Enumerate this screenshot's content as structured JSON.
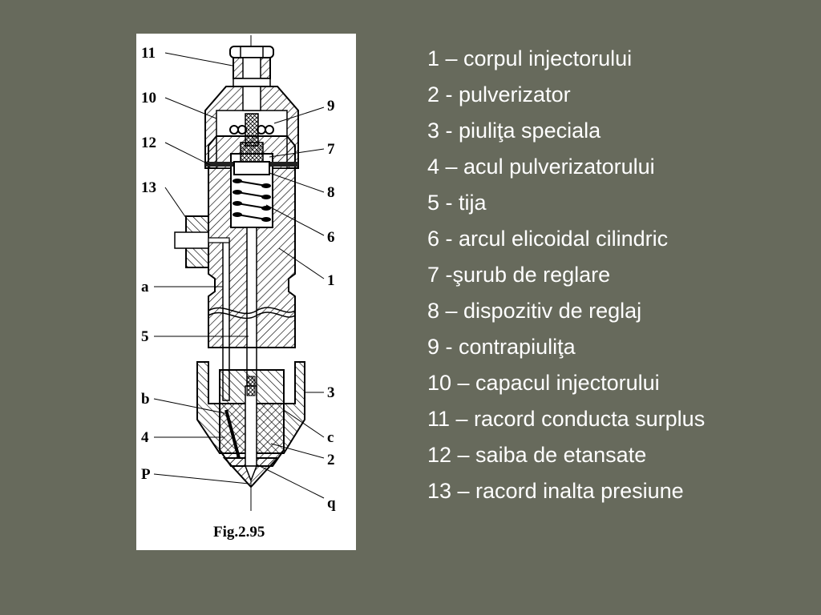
{
  "figure": {
    "caption": "Fig.2.95",
    "callouts": {
      "c11": "11",
      "c10": "10",
      "c12": "12",
      "c13": "13",
      "ca": "a",
      "c5": "5",
      "cb": "b",
      "c4": "4",
      "cp": "P",
      "c9": "9",
      "c7": "7",
      "c8": "8",
      "c6": "6",
      "c1": "1",
      "c3": "3",
      "cc": "c",
      "c2": "2",
      "cq": "q"
    }
  },
  "legend": {
    "items": [
      "1 – corpul injectorului",
      "2 - pulverizator",
      "3 - piuliţa speciala",
      "4 – acul pulverizatorului",
      "5 - tija",
      "6 - arcul elicoidal cilindric",
      "7 -şurub de reglare",
      "8 – dispozitiv de reglaj",
      "9 - contrapiuliţa",
      "10 – capacul injectorului",
      "11 – racord conducta surplus",
      "12 – saiba de etansate",
      "13 – racord inalta presiune"
    ]
  }
}
